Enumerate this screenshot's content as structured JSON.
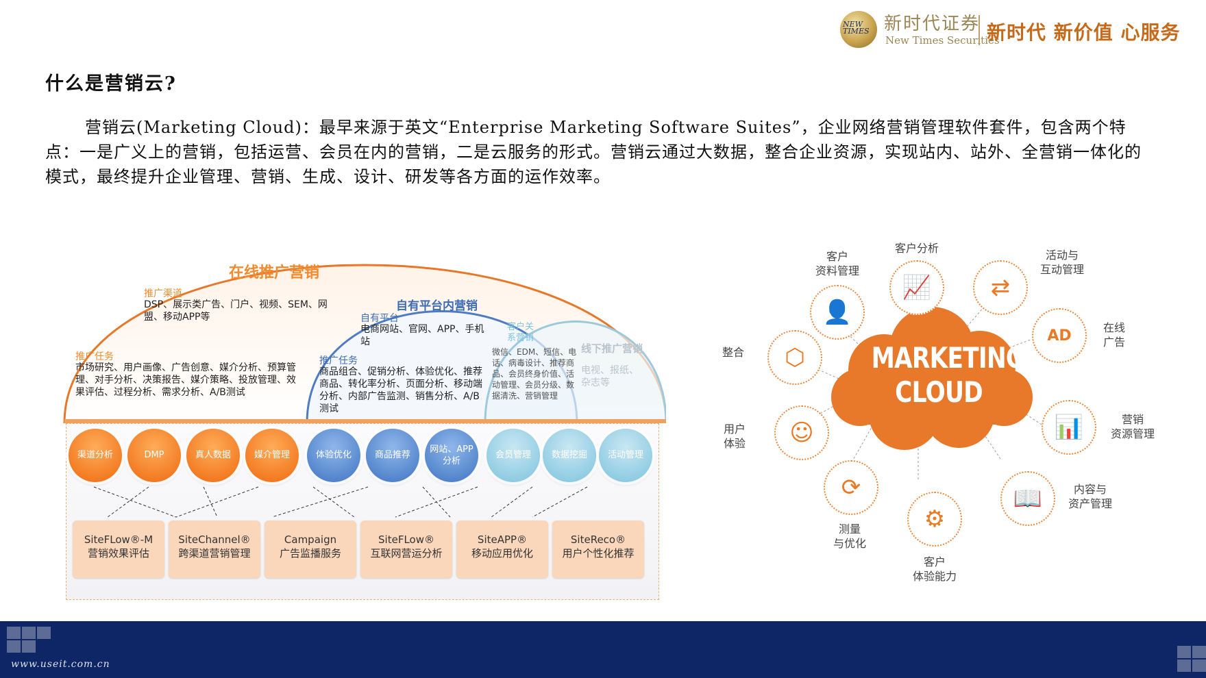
{
  "header": {
    "logo_badge": "NEW TIMES",
    "logo_cn": "新时代证券",
    "logo_en": "New Times Securities",
    "slogan": "新时代 新价值 心服务"
  },
  "page_title": "什么是营销云?",
  "intro": "营销云(Marketing Cloud)：最早来源于英文“Enterprise Marketing Software Suites”，企业网络营销管理软件套件，包含两个特点：一是广义上的营销，包括运营、会员在内的营销，二是云服务的形式。营销云通过大数据，整合企业资源，实现站内、站外、全营销一体化的模式，最终提升企业管理、营销、生成、设计、研发等各方面的运作效率。",
  "left_diagram": {
    "online": {
      "title": "在线推广营销",
      "channel_label": "推广渠道",
      "channel_text": "DSP、展示类广告、门户、视频、SEM、网盟、移动APP等",
      "task_label": "推广任务",
      "task_text": "市场研究、用户画像、广告创意、媒介分析、预算管理、对手分析、决策报告、媒介策略、投放管理、效果评估、过程分析、需求分析、A/B测试"
    },
    "own_platform": {
      "title": "自有平台内营销",
      "platform_label": "自有平台",
      "platform_text": "电商网站、官网、APP、手机站",
      "task_label": "推广任务",
      "task_text": "商品组合、促销分析、体验优化、推荐商品、转化率分析、页面分析、移动端分析、内部广告监测、销售分析、A/B测试"
    },
    "crm": {
      "label": "客户关系营销",
      "text": "微信、EDM、短信、电话、病毒设计、推荐商品、会员终身价值、活动管理、会员分级、数据清洗、营销管理"
    },
    "offline": {
      "title": "线下推广营销",
      "text": "电视、报纸、杂志等"
    },
    "nodes": [
      "渠道分析",
      "DMP",
      "真人数据",
      "媒介管理",
      "体验优化",
      "商品推荐",
      "网站、APP分析",
      "会员管理",
      "数据挖掘",
      "活动管理"
    ],
    "products": [
      {
        "name": "SiteFLow®-M",
        "desc": "营销效果评估"
      },
      {
        "name": "SiteChannel®",
        "desc": "跨渠道营销管理"
      },
      {
        "name": "Campaign",
        "desc": "广告监播服务"
      },
      {
        "name": "SiteFLow®",
        "desc": "互联网营运分析"
      },
      {
        "name": "SiteAPP®",
        "desc": "移动应用优化"
      },
      {
        "name": "SiteReco®",
        "desc": "用户个性化推荐"
      }
    ]
  },
  "right_diagram": {
    "center_line1": "MARKETING",
    "center_line2": "CLOUD",
    "items": [
      {
        "label": "客户\n资料管理",
        "icon": "profile-icon",
        "glyph": "👤"
      },
      {
        "label": "客户分析",
        "icon": "analytics-icon",
        "glyph": "📈"
      },
      {
        "label": "活动与\n互动管理",
        "icon": "interaction-icon",
        "glyph": "⇄"
      },
      {
        "label": "在线\n广告",
        "icon": "ad-icon",
        "glyph": "AD"
      },
      {
        "label": "营销\n资源管理",
        "icon": "presentation-icon",
        "glyph": "📊"
      },
      {
        "label": "内容与\n资产管理",
        "icon": "book-icon",
        "glyph": "📖"
      },
      {
        "label": "客户\n体验能力",
        "icon": "head-gear-icon",
        "glyph": "⚙"
      },
      {
        "label": "测量\n与优化",
        "icon": "refresh-icon",
        "glyph": "⟳"
      },
      {
        "label": "用户\n体验",
        "icon": "smile-icon",
        "glyph": "☺"
      },
      {
        "label": "整合",
        "icon": "cube-icon",
        "glyph": "⬡"
      }
    ]
  },
  "footer": {
    "url": "www.useit.com.cn"
  }
}
